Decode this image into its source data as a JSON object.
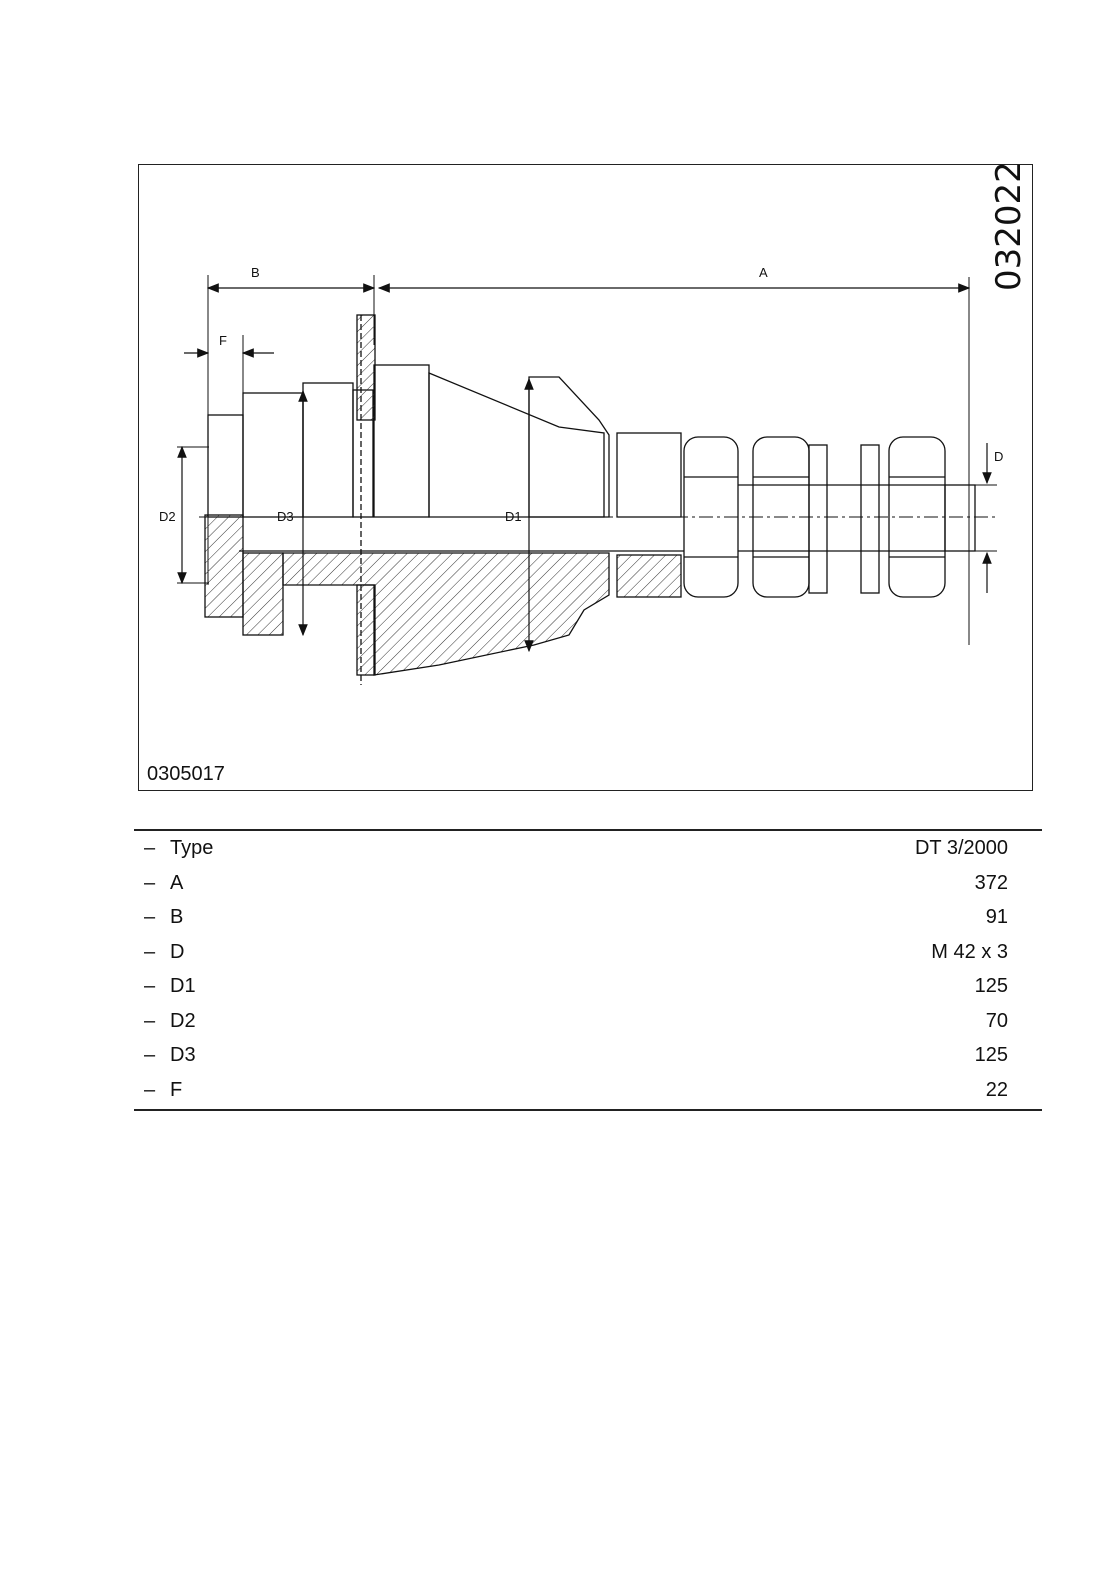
{
  "figure": {
    "id": "0305017",
    "side_number": "032022",
    "labels": {
      "A": "A",
      "B": "B",
      "F": "F",
      "D": "D",
      "D1": "D1",
      "D2": "D2",
      "D3": "D3"
    }
  },
  "spec": {
    "rows": [
      {
        "dash": "–",
        "label": "Type",
        "value": "DT 3/2000"
      },
      {
        "dash": "–",
        "label": "A",
        "value": "372"
      },
      {
        "dash": "–",
        "label": "B",
        "value": "91"
      },
      {
        "dash": "–",
        "label": "D",
        "value": "M 42 x 3"
      },
      {
        "dash": "–",
        "label": "D1",
        "value": "125"
      },
      {
        "dash": "–",
        "label": "D2",
        "value": "70"
      },
      {
        "dash": "–",
        "label": "D3",
        "value": "125"
      },
      {
        "dash": "–",
        "label": "F",
        "value": "22"
      }
    ]
  }
}
